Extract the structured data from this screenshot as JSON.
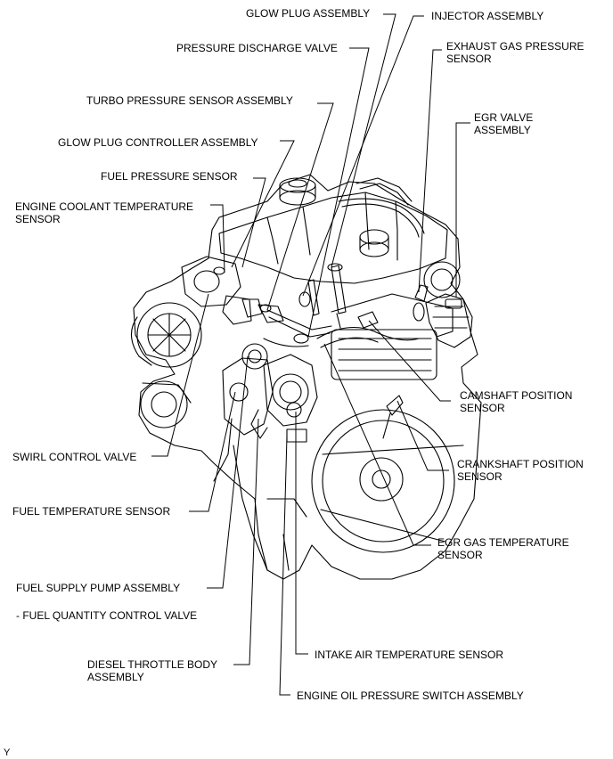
{
  "labels": {
    "glow_plug_assembly": "GLOW PLUG ASSEMBLY",
    "injector_assembly": "INJECTOR ASSEMBLY",
    "pressure_discharge_valve": "PRESSURE DISCHARGE VALVE",
    "exhaust_gas_pressure_sensor_1": "EXHAUST GAS PRESSURE",
    "exhaust_gas_pressure_sensor_2": "SENSOR",
    "turbo_pressure_sensor_assembly": "TURBO PRESSURE SENSOR ASSEMBLY",
    "egr_valve_assembly_1": "EGR VALVE",
    "egr_valve_assembly_2": "ASSEMBLY",
    "glow_plug_controller_assembly": "GLOW PLUG CONTROLLER ASSEMBLY",
    "fuel_pressure_sensor": "FUEL PRESSURE SENSOR",
    "engine_coolant_temperature_sensor_1": "ENGINE COOLANT TEMPERATURE",
    "engine_coolant_temperature_sensor_2": "SENSOR",
    "camshaft_position_sensor_1": "CAMSHAFT POSITION",
    "camshaft_position_sensor_2": "SENSOR",
    "crankshaft_position_sensor_1": "CRANKSHAFT POSITION",
    "crankshaft_position_sensor_2": "SENSOR",
    "swirl_control_valve": "SWIRL CONTROL VALVE",
    "fuel_temperature_sensor": "FUEL TEMPERATURE SENSOR",
    "egr_gas_temperature_sensor_1": "EGR GAS TEMPERATURE",
    "egr_gas_temperature_sensor_2": "SENSOR",
    "fuel_supply_pump_assembly": "FUEL SUPPLY PUMP ASSEMBLY",
    "fuel_quantity_control_valve": "- FUEL QUANTITY CONTROL VALVE",
    "diesel_throttle_body_assembly_1": "DIESEL THROTTLE BODY",
    "diesel_throttle_body_assembly_2": "ASSEMBLY",
    "intake_air_temperature_sensor": "INTAKE AIR TEMPERATURE SENSOR",
    "engine_oil_pressure_switch_assembly": "ENGINE OIL PRESSURE SWITCH ASSEMBLY",
    "corner_mark": "Y"
  }
}
